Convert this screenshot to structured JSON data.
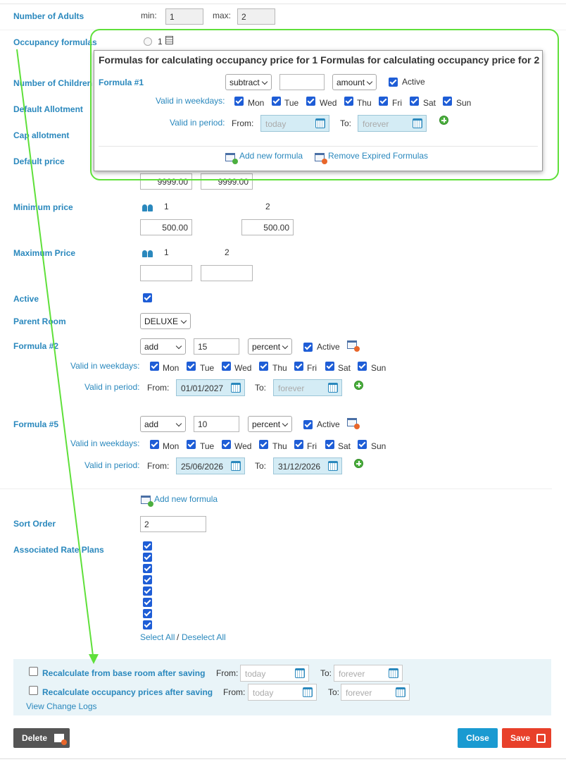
{
  "adults": {
    "label": "Number of Adults",
    "min_label": "min:",
    "min": "1",
    "max_label": "max:",
    "max": "2"
  },
  "occupancy": {
    "label": "Occupancy formulas",
    "option": "1"
  },
  "labels": {
    "children": "Number of Children",
    "allotment": "Default Allotment",
    "cap": "Cap allotment",
    "default_price": "Default price",
    "min_price": "Minimum price",
    "max_price": "Maximum Price",
    "active": "Active",
    "parent_room": "Parent Room",
    "sort_order": "Sort Order",
    "rate_plans": "Associated Rate Plans"
  },
  "popup": {
    "title": "Formulas for calculating occupancy price for 1 Formulas for calculating occupancy price for 2",
    "formula_label": "Formula #1",
    "operation": "subtract",
    "value": "",
    "unit": "amount",
    "active_label": "Active",
    "weekdays_label": "Valid in weekdays:",
    "period_label": "Valid in period:",
    "from_label": "From:",
    "from": "today",
    "to_label": "To:",
    "to": "forever",
    "add_formula": "Add new formula",
    "remove_expired": "Remove Expired Formulas"
  },
  "weekdays": [
    "Mon",
    "Tue",
    "Wed",
    "Thu",
    "Fri",
    "Sat",
    "Sun"
  ],
  "default_price": {
    "v1": "9999.00",
    "v2": "9999.00"
  },
  "min_price": {
    "h1": "1",
    "h2": "2",
    "v1": "500.00",
    "v2": "500.00"
  },
  "max_price": {
    "h1": "1",
    "h2": "2",
    "v1": "",
    "v2": ""
  },
  "parent_room": "DELUXE",
  "formula2": {
    "label": "Formula #2",
    "op": "add",
    "value": "15",
    "unit": "percent",
    "active": "Active",
    "weekdays_label": "Valid in weekdays:",
    "period_label": "Valid in period:",
    "from_label": "From:",
    "from": "01/01/2027",
    "to_label": "To:",
    "to": "forever"
  },
  "formula5": {
    "label": "Formula #5",
    "op": "add",
    "value": "10",
    "unit": "percent",
    "active": "Active",
    "weekdays_label": "Valid in weekdays:",
    "period_label": "Valid in period:",
    "from_label": "From:",
    "from": "25/06/2026",
    "to_label": "To:",
    "to": "31/12/2026"
  },
  "add_formula": "Add new formula",
  "sort_order": "2",
  "rate_plans": {
    "select_all": "Select All",
    "sep": "/",
    "deselect_all": "Deselect All"
  },
  "recalc": {
    "base_label": "Recalculate from base room after saving",
    "occ_label": "Recalculate occupancy prices after saving",
    "from_label": "From:",
    "to_label": "To:",
    "from": "today",
    "to": "forever",
    "change_logs": "View Change Logs"
  },
  "buttons": {
    "delete": "Delete",
    "close": "Close",
    "save": "Save"
  },
  "colors": {
    "label_blue": "#2a88bd",
    "checkbox_blue": "#1e5dd6",
    "save_red": "#e8402a",
    "close_blue": "#1a9ad1",
    "delete_dark": "#555555",
    "annotation_green": "#5fe03a"
  }
}
